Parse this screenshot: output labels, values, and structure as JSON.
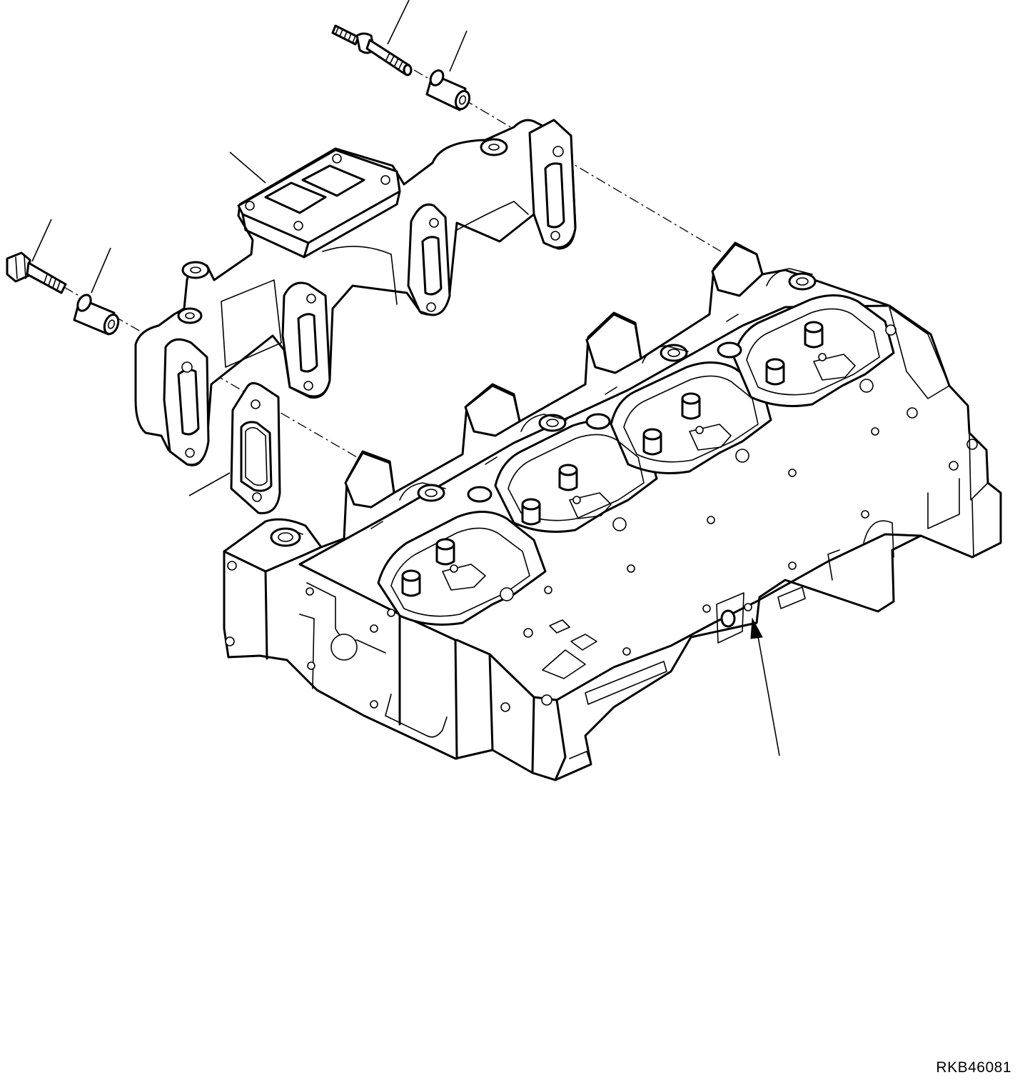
{
  "diagram": {
    "drawing_code": "RKB46081",
    "parts": [
      {
        "name": "exhaust-manifold-stud",
        "icon": "stud-bolt-icon"
      },
      {
        "name": "spacer-upper",
        "icon": "spacer-sleeve-icon"
      },
      {
        "name": "exhaust-manifold",
        "icon": "manifold-icon"
      },
      {
        "name": "mounting-bolt",
        "icon": "hex-bolt-icon"
      },
      {
        "name": "spacer-lower",
        "icon": "spacer-sleeve-icon"
      },
      {
        "name": "exhaust-gasket",
        "icon": "gasket-icon"
      },
      {
        "name": "cylinder-head",
        "icon": "cylinder-head-icon"
      }
    ],
    "colors": {
      "line": "#000000",
      "background": "#ffffff"
    }
  }
}
